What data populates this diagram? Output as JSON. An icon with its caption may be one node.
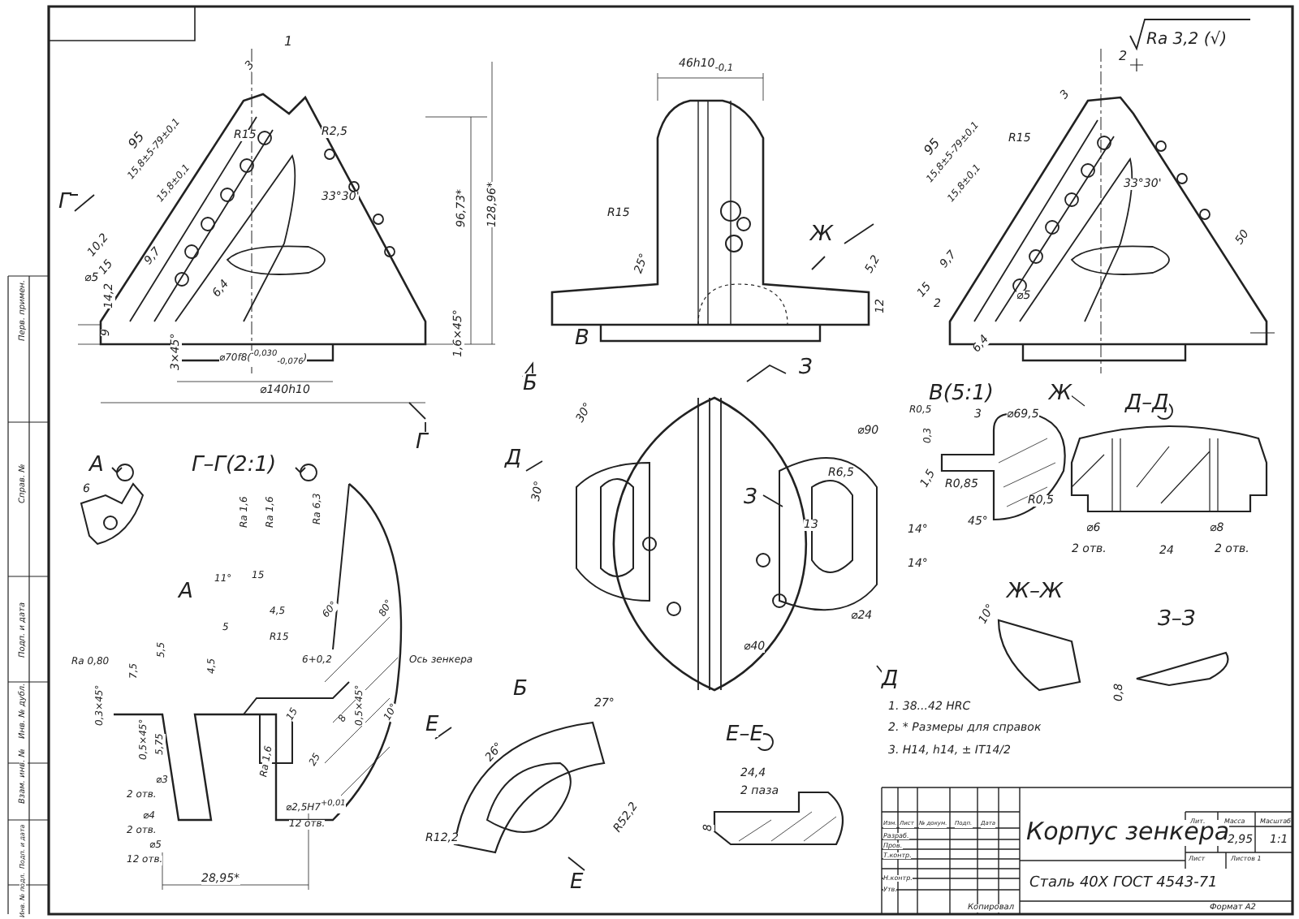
{
  "diagram": {
    "labels": [
      "1",
      "3",
      "95",
      "15,8±5-79±0,1",
      "15,8±0,1",
      "R15",
      "R2,5",
      "33°30'",
      "96,73*",
      "128,96*",
      "10,2",
      "15",
      "9,7",
      "⌀5",
      "6,4",
      "14,2",
      "9",
      "3×45°",
      "⌀70f8($^{-0,030}$$_{-0,076}$)",
      "⌀140h10",
      "1,6×45°",
      "Г",
      "Г",
      "46h10$_{-0,1}$",
      "R15",
      "25°",
      "Ж",
      "5,2",
      "12",
      "В",
      "Ra 3,2 (√)",
      "2",
      "3",
      "95",
      "15,8±5-79±0,1",
      "15,8±0,1",
      "R15",
      "33°30'",
      "50",
      "9,7",
      "15",
      "2",
      "⌀5",
      "6,4",
      "В(5:1)",
      "Ж",
      "R0,5",
      "0,3",
      "3",
      "⌀69,5",
      "1,5",
      "R0,85",
      "R0,5",
      "45°",
      "Д–Д",
      "⌀6",
      "2 отв.",
      "24",
      "⌀8",
      "2 отв.",
      "Ж–Ж",
      "10°",
      "З–З",
      "0,8",
      "1. 38...42 HRC",
      "2. * Размеры для справок",
      "3. H14, h14, ± IT14/2",
      "Б",
      "З",
      "30°",
      "30°",
      "Д",
      "⌀90",
      "R6,5",
      "З",
      "13",
      "14°",
      "14°",
      "⌀24",
      "⌀40",
      "Д",
      "Б",
      "27°",
      "26°",
      "Е",
      "Е",
      "R12,2",
      "R52,2",
      "Е–Е",
      "24,4",
      "2 паза",
      "8",
      "А",
      "6",
      "Г–Г(2:1)",
      "А",
      "Ra 1,6",
      "Ra 1,6",
      "Ra 6,3",
      "11°",
      "15",
      "4,5",
      "60°",
      "80°",
      "5",
      "R15",
      "Ra 0,80",
      "7,5",
      "5,5",
      "4,5",
      "6+0,2",
      "Ось зенкера",
      "0,3×45°",
      "15",
      "8",
      "0,5×45°",
      "10°",
      "0,5×45°",
      "5,75",
      "⌀3",
      "2 отв.",
      "25",
      "Ra 1,6",
      "⌀4",
      "2 отв.",
      "⌀2,5H7$^{+0,01}$",
      "12 отв.",
      "⌀5",
      "12 отв.",
      "28,95*",
      "Корпус зенкера",
      "Сталь 40Х  ГОСТ 4543-71",
      "Лит.",
      "Масса",
      "Масштаб",
      "2,95",
      "1:1",
      "Лист",
      "Листов 1",
      "Изм.",
      "Лист",
      "№ докум.",
      "Подп.",
      "Дата",
      "Разраб.",
      "Пров.",
      "Т.контр.",
      "Н.контр.",
      "Утв.",
      "Копировал",
      "Формат A2",
      "Перв. примен.",
      "Справ. №",
      "Подп. и дата",
      "Инв. № дубл.",
      "Взам. инв. №",
      "Подп. и дата",
      "Инв. № подл."
    ]
  }
}
